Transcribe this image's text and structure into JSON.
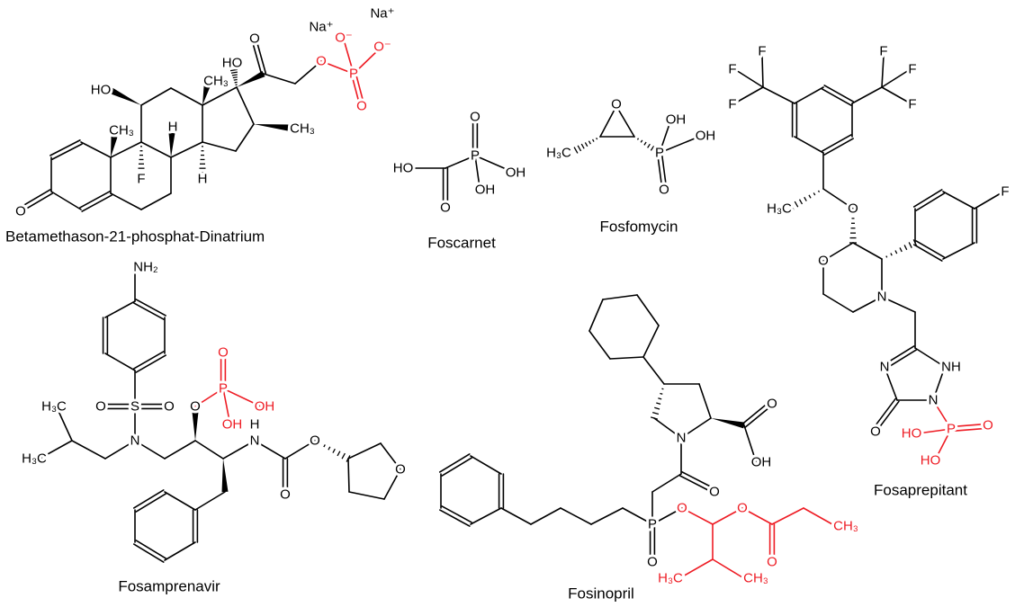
{
  "colors": {
    "bond": "#000000",
    "highlight": "#ee1c24"
  },
  "molecules": [
    {
      "name": "Betamethason-21-phosphat-Dinatrium",
      "atoms": [
        "O",
        "CH₃",
        "F",
        "H",
        "H",
        "HO",
        "CH₃",
        "HO",
        "O",
        "CH₃",
        "O",
        "P",
        "O⁻",
        "O⁻",
        "O",
        "Na⁺",
        "Na⁺"
      ]
    },
    {
      "name": "Foscarnet",
      "atoms": [
        "O",
        "P",
        "OH",
        "OH",
        "HO",
        "O"
      ]
    },
    {
      "name": "Fosfomycin",
      "atoms": [
        "O",
        "H₃C",
        "P",
        "OH",
        "OH",
        "O"
      ]
    },
    {
      "name": "Fosaprepitant",
      "atoms": [
        "F",
        "F",
        "F",
        "F",
        "F",
        "F",
        "H₃C",
        "O",
        "O",
        "N",
        "F",
        "N",
        "NH",
        "N",
        "O",
        "P",
        "O",
        "HO",
        "HO"
      ]
    },
    {
      "name": "Fosamprenavir",
      "atoms": [
        "NH₂",
        "O",
        "S",
        "O",
        "N",
        "H₃C",
        "H₃C",
        "O",
        "P",
        "O",
        "OH",
        "OH",
        "H",
        "N",
        "O",
        "O",
        "O"
      ]
    },
    {
      "name": "Fosinopril",
      "atoms": [
        "N",
        "O",
        "OH",
        "O",
        "P",
        "O",
        "O",
        "O",
        "O",
        "CH₃",
        "H₃C",
        "CH₃"
      ]
    }
  ]
}
